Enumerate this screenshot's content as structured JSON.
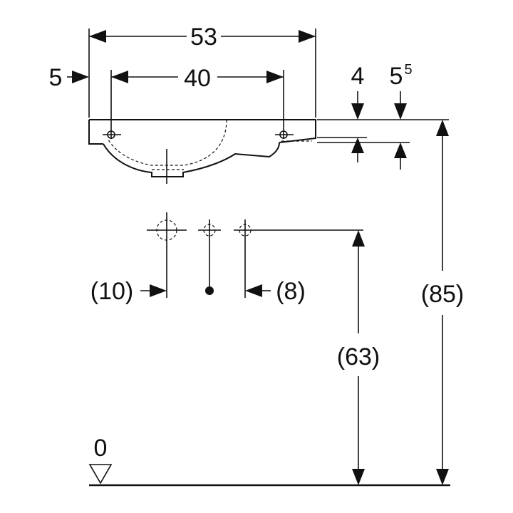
{
  "dimensions": {
    "width_total": "53",
    "offset_left": "5",
    "hole_spacing": "40",
    "rim_thickness": "4",
    "second_depth": "5",
    "second_depth_sup": "5",
    "left_outlet": "(10)",
    "right_outlet": "(8)",
    "outlet_height": "(63)",
    "total_height": "(85)",
    "floor_level": "0"
  }
}
